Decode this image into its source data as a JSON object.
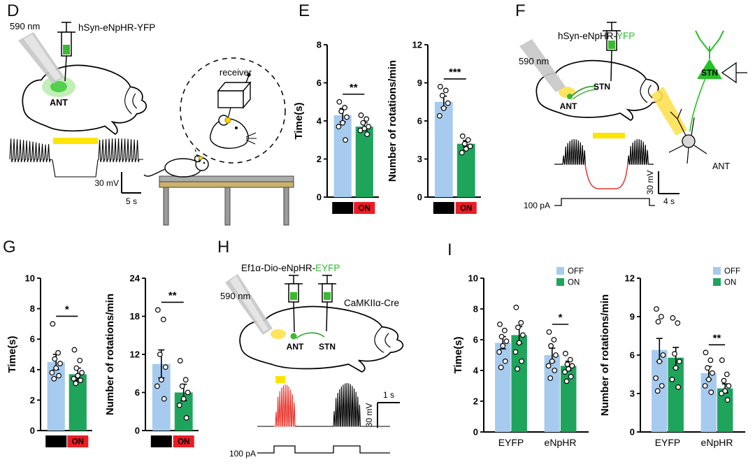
{
  "figure": {
    "background": "#FFFFFF",
    "colors": {
      "off_bar": "#A7CBEF",
      "on_bar": "#1FA45C",
      "off_box": "#000000",
      "on_box": "#EC1B24",
      "yfp_green": "#2EB82E",
      "light_yellow": "#FFE400",
      "trace_red": "#E8352C"
    },
    "legend": {
      "off": "OFF",
      "on": "ON"
    },
    "panels": {
      "D": {
        "label": "D",
        "wavelength": "590 nm",
        "virus": "hSyn-eNpHR-YFP",
        "region": "ANT",
        "scale_v": "30 mV",
        "scale_h": "5 s",
        "receiver": "receiver"
      },
      "E": {
        "label": "E"
      },
      "F": {
        "label": "F",
        "virus_black": "hSyn-eNpHR-",
        "virus_green": "YFP",
        "wavelength": "590 nm",
        "ant": "ANT",
        "stn": "STN",
        "neuron_stn": "STN",
        "neuron_ant": "ANT",
        "current": "100 pA",
        "scale_v": "30 mV",
        "scale_h": "4 s"
      },
      "G": {
        "label": "G"
      },
      "H": {
        "label": "H",
        "virus_black": "Ef1α-Dio-eNpHR-",
        "virus_green": "EYFP",
        "cre": "CaMKIIα-Cre",
        "wavelength": "590 nm",
        "ant": "ANT",
        "stn": "STN",
        "current": "100 pA",
        "scale_v": "30 mV",
        "scale_h": "1 s"
      },
      "I": {
        "label": "I"
      }
    }
  },
  "chart_data": [
    {
      "id": "E1",
      "type": "bar",
      "ylabel": "Time(s)",
      "ylim": [
        0,
        8
      ],
      "yticks": [
        0,
        2,
        4,
        6,
        8
      ],
      "categories": [
        "OFF",
        "ON"
      ],
      "values": [
        4.3,
        3.7
      ],
      "errors": [
        0.35,
        0.2
      ],
      "points": [
        [
          5.0,
          4.7,
          4.5,
          4.2,
          3.9,
          3.7,
          3.0
        ],
        [
          4.3,
          4.1,
          3.9,
          3.7,
          3.6,
          3.5,
          3.3
        ]
      ],
      "significance": "**",
      "xlabel_style": "onoff"
    },
    {
      "id": "E2",
      "type": "bar",
      "ylabel": "Number of rotations/min",
      "ylim": [
        0,
        12
      ],
      "yticks": [
        0,
        3,
        6,
        9,
        12
      ],
      "categories": [
        "OFF",
        "ON"
      ],
      "values": [
        7.5,
        4.2
      ],
      "errors": [
        0.45,
        0.25
      ],
      "points": [
        [
          8.7,
          8.4,
          8.0,
          7.4,
          7.0,
          6.4
        ],
        [
          4.8,
          4.5,
          4.2,
          4.0,
          3.8,
          3.5
        ]
      ],
      "significance": "***",
      "xlabel_style": "onoff"
    },
    {
      "id": "G1",
      "type": "bar",
      "ylabel": "Time(s)",
      "ylim": [
        0,
        10
      ],
      "yticks": [
        0,
        2,
        4,
        6,
        8,
        10
      ],
      "categories": [
        "OFF",
        "ON"
      ],
      "values": [
        4.5,
        3.7
      ],
      "errors": [
        0.5,
        0.4
      ],
      "points": [
        [
          7.0,
          5.1,
          4.7,
          4.4,
          4.1,
          3.8,
          3.6,
          3.4
        ],
        [
          5.3,
          4.6,
          4.1,
          3.8,
          3.6,
          3.4,
          3.3,
          3.1
        ]
      ],
      "significance": "*",
      "xlabel_style": "onoff"
    },
    {
      "id": "G2",
      "type": "bar",
      "ylabel": "Number of rotations/min",
      "ylim": [
        0,
        24
      ],
      "yticks": [
        0,
        6,
        12,
        18,
        24
      ],
      "categories": [
        "OFF",
        "ON"
      ],
      "values": [
        10.5,
        6.0
      ],
      "errors": [
        2.2,
        1.3
      ],
      "points": [
        [
          19.0,
          17.5,
          12.0,
          10.0,
          8.0,
          7.0,
          5.0
        ],
        [
          11.0,
          8.0,
          7.0,
          6.0,
          5.0,
          4.0,
          2.0
        ]
      ],
      "significance": "**",
      "xlabel_style": "onoff"
    },
    {
      "id": "I1",
      "type": "grouped_bar",
      "ylabel": "Time(s)",
      "ylim": [
        0,
        10
      ],
      "yticks": [
        0,
        2,
        4,
        6,
        8,
        10
      ],
      "categories": [
        "EYFP",
        "eNpHR"
      ],
      "legend": [
        "OFF",
        "ON"
      ],
      "series": [
        {
          "name": "OFF",
          "values": [
            5.8,
            5.0
          ],
          "errors": [
            0.4,
            0.45
          ],
          "points": [
            [
              7.0,
              6.6,
              6.2,
              5.9,
              5.6,
              5.2,
              4.6,
              4.2
            ],
            [
              6.5,
              6.0,
              5.6,
              5.0,
              4.6,
              4.3,
              4.0,
              3.5
            ]
          ]
        },
        {
          "name": "ON",
          "values": [
            6.3,
            4.3
          ],
          "errors": [
            0.55,
            0.3
          ],
          "points": [
            [
              8.1,
              7.1,
              6.8,
              6.3,
              5.8,
              5.2,
              4.6,
              4.1
            ],
            [
              5.1,
              4.7,
              4.4,
              4.3,
              4.1,
              3.9,
              3.6,
              3.3
            ]
          ]
        }
      ],
      "significance": "*",
      "sig_group": 1,
      "xlabel_style": "groups"
    },
    {
      "id": "I2",
      "type": "grouped_bar",
      "ylabel": "Number of rotations/min",
      "ylim": [
        0,
        12
      ],
      "yticks": [
        0,
        3,
        6,
        9,
        12
      ],
      "categories": [
        "EYFP",
        "eNpHR"
      ],
      "legend": [
        "OFF",
        "ON"
      ],
      "series": [
        {
          "name": "OFF",
          "values": [
            6.4,
            4.6
          ],
          "errors": [
            0.9,
            0.5
          ],
          "points": [
            [
              9.6,
              9.0,
              8.6,
              6.0,
              5.5,
              4.2,
              3.6,
              3.2
            ],
            [
              6.2,
              5.6,
              5.0,
              4.6,
              4.1,
              3.6,
              3.1
            ]
          ]
        },
        {
          "name": "ON",
          "values": [
            5.8,
            3.4
          ],
          "errors": [
            0.8,
            0.35
          ],
          "points": [
            [
              8.9,
              8.5,
              6.1,
              5.5,
              5.0,
              4.1,
              3.5
            ],
            [
              5.6,
              4.5,
              4.0,
              3.6,
              3.2,
              3.0,
              2.5
            ]
          ]
        }
      ],
      "significance": "**",
      "sig_group": 1,
      "xlabel_style": "groups"
    }
  ]
}
